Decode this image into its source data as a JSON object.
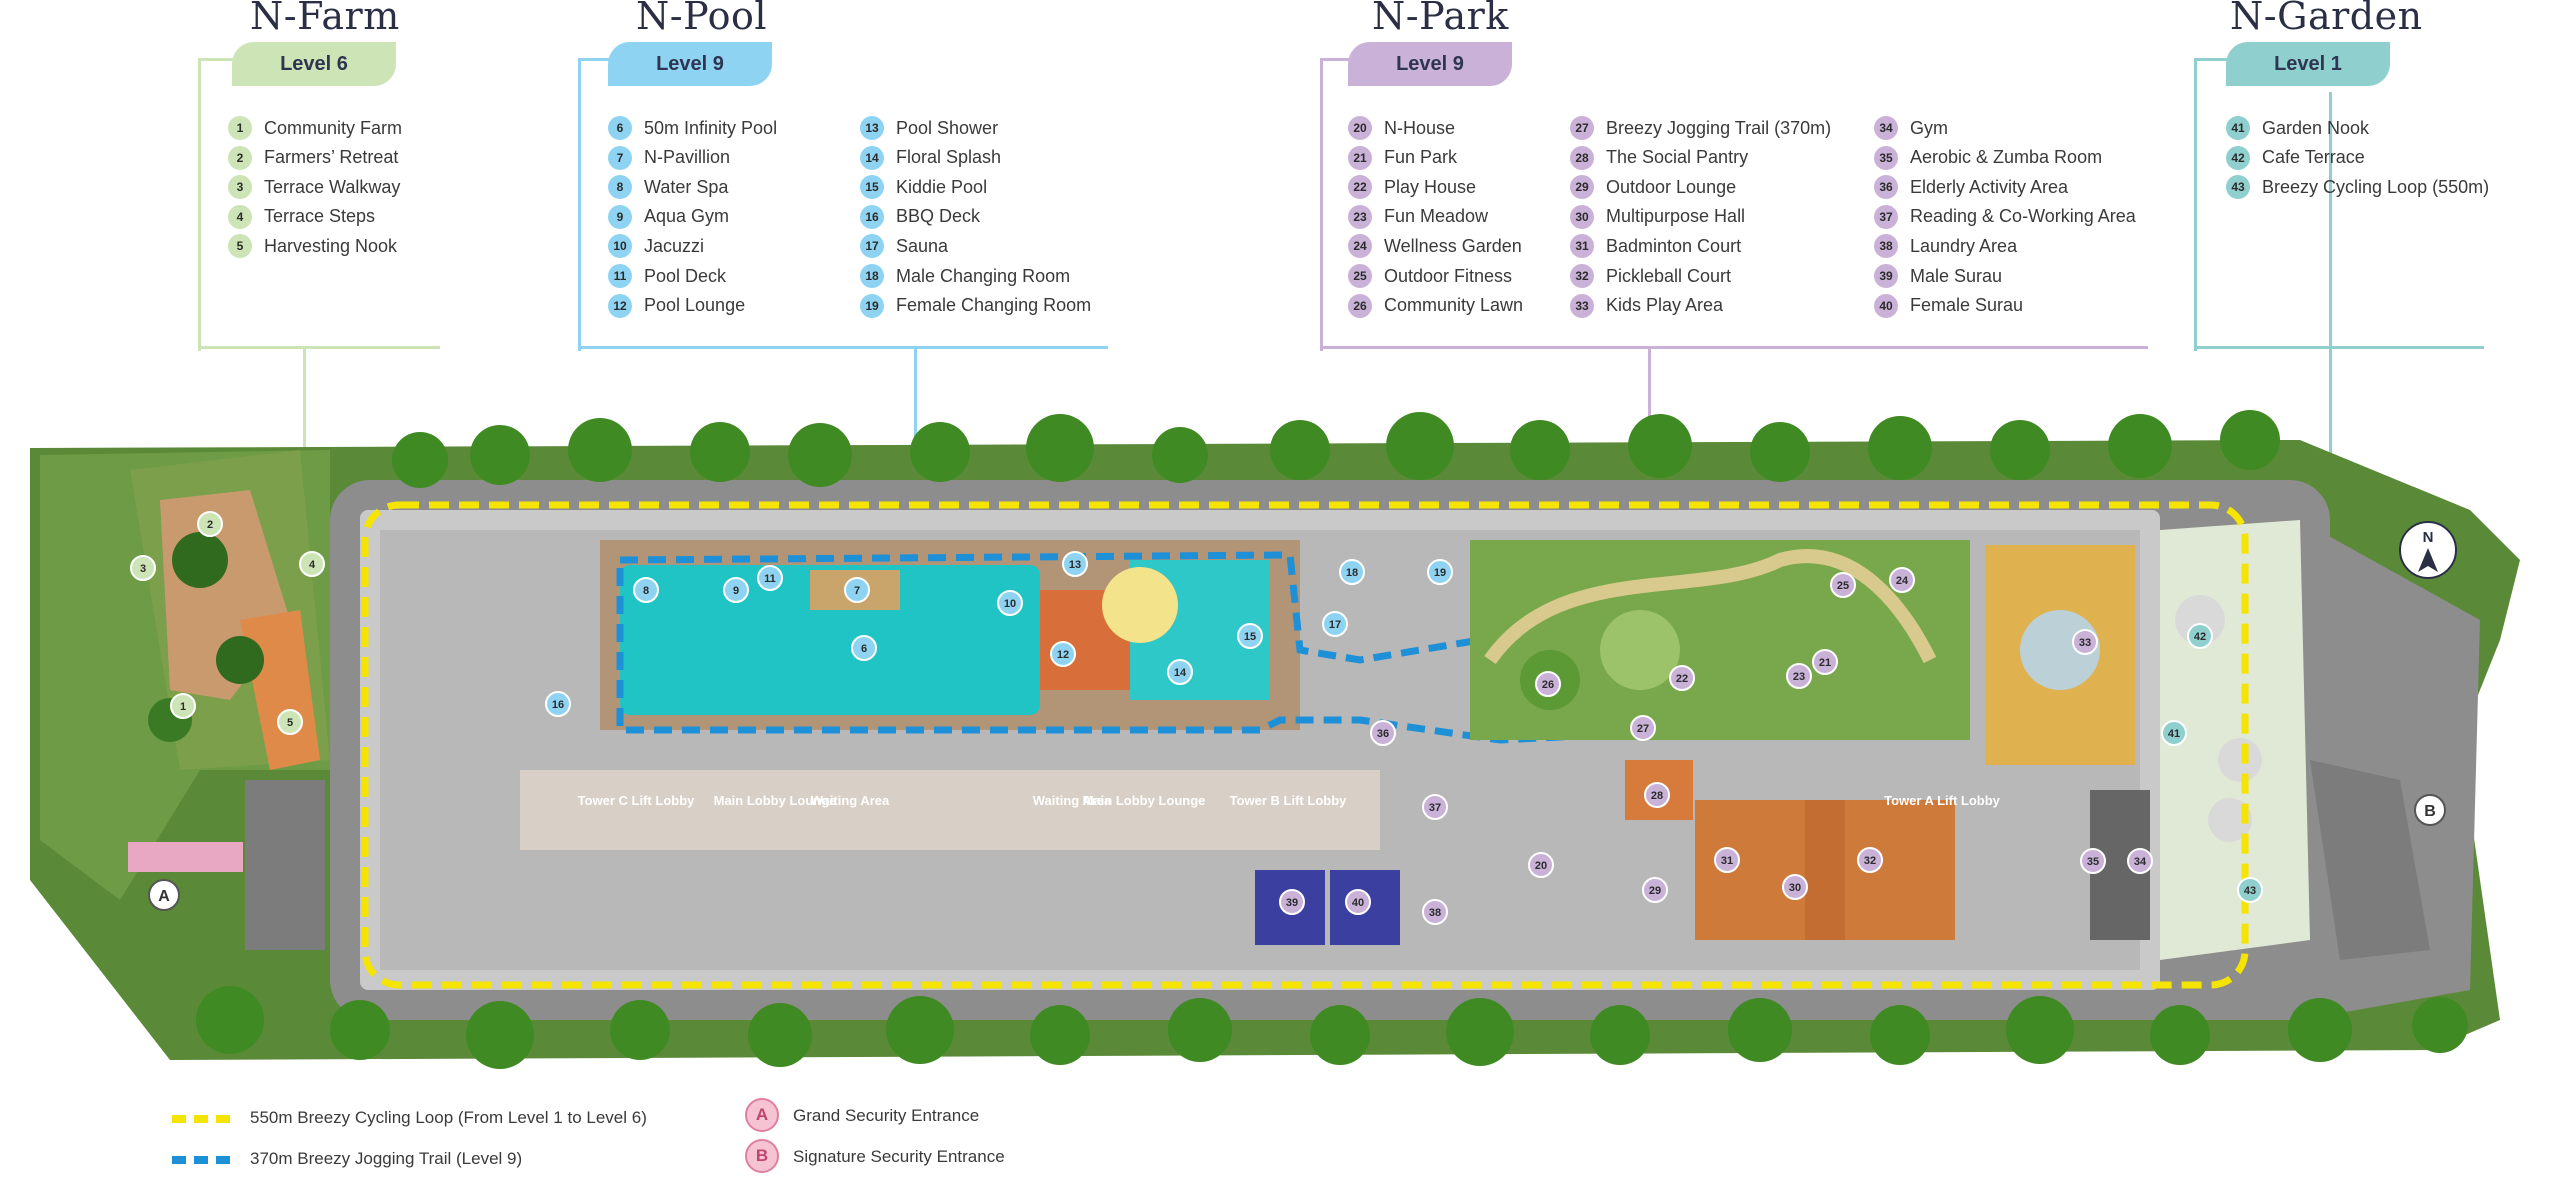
{
  "zones": {
    "farm": {
      "title": "N-Farm",
      "level": "Level 6",
      "items": [
        {
          "n": "1",
          "label": "Community Farm"
        },
        {
          "n": "2",
          "label": "Farmers’ Retreat"
        },
        {
          "n": "3",
          "label": "Terrace Walkway"
        },
        {
          "n": "4",
          "label": "Terrace Steps"
        },
        {
          "n": "5",
          "label": "Harvesting Nook"
        }
      ]
    },
    "pool": {
      "title": "N-Pool",
      "level": "Level 9",
      "col1": [
        {
          "n": "6",
          "label": "50m Infinity Pool"
        },
        {
          "n": "7",
          "label": "N-Pavillion"
        },
        {
          "n": "8",
          "label": "Water Spa"
        },
        {
          "n": "9",
          "label": "Aqua Gym"
        },
        {
          "n": "10",
          "label": "Jacuzzi"
        },
        {
          "n": "11",
          "label": "Pool Deck"
        },
        {
          "n": "12",
          "label": "Pool Lounge"
        }
      ],
      "col2": [
        {
          "n": "13",
          "label": "Pool Shower"
        },
        {
          "n": "14",
          "label": "Floral Splash"
        },
        {
          "n": "15",
          "label": "Kiddie Pool"
        },
        {
          "n": "16",
          "label": "BBQ Deck"
        },
        {
          "n": "17",
          "label": "Sauna"
        },
        {
          "n": "18",
          "label": "Male Changing Room"
        },
        {
          "n": "19",
          "label": "Female Changing Room"
        }
      ]
    },
    "park": {
      "title": "N-Park",
      "level": "Level 9",
      "col1": [
        {
          "n": "20",
          "label": "N-House"
        },
        {
          "n": "21",
          "label": "Fun Park"
        },
        {
          "n": "22",
          "label": "Play House"
        },
        {
          "n": "23",
          "label": "Fun Meadow"
        },
        {
          "n": "24",
          "label": "Wellness Garden"
        },
        {
          "n": "25",
          "label": "Outdoor Fitness"
        },
        {
          "n": "26",
          "label": "Community Lawn"
        }
      ],
      "col2": [
        {
          "n": "27",
          "label": "Breezy Jogging Trail (370m)"
        },
        {
          "n": "28",
          "label": "The Social Pantry"
        },
        {
          "n": "29",
          "label": "Outdoor Lounge"
        },
        {
          "n": "30",
          "label": "Multipurpose Hall"
        },
        {
          "n": "31",
          "label": "Badminton Court"
        },
        {
          "n": "32",
          "label": "Pickleball Court"
        },
        {
          "n": "33",
          "label": "Kids Play Area"
        }
      ],
      "col3": [
        {
          "n": "34",
          "label": "Gym"
        },
        {
          "n": "35",
          "label": "Aerobic & Zumba Room"
        },
        {
          "n": "36",
          "label": "Elderly Activity Area"
        },
        {
          "n": "37",
          "label": "Reading & Co-Working Area"
        },
        {
          "n": "38",
          "label": "Laundry Area"
        },
        {
          "n": "39",
          "label": "Male Surau"
        },
        {
          "n": "40",
          "label": "Female Surau"
        }
      ]
    },
    "garden": {
      "title": "N-Garden",
      "level": "Level 1",
      "items": [
        {
          "n": "41",
          "label": "Garden Nook"
        },
        {
          "n": "42",
          "label": "Cafe Terrace"
        },
        {
          "n": "43",
          "label": "Breezy Cycling Loop (550m)"
        }
      ]
    }
  },
  "map_labels": {
    "tower_c": "Tower C Lift Lobby",
    "main_lobby_lounge": "Main Lobby Lounge",
    "waiting_area": "Waiting Area",
    "tower_b": "Tower B Lift Lobby",
    "tower_a": "Tower A Lift Lobby",
    "north": "N",
    "entrance_a": "A",
    "entrance_b": "B"
  },
  "legend": {
    "cycling": "550m Breezy Cycling Loop (From Level 1 to Level 6)",
    "jogging": "370m Breezy Jogging Trail (Level 9)",
    "grand": {
      "letter": "A",
      "label": "Grand Security Entrance"
    },
    "signature": {
      "letter": "B",
      "label": "Signature Security Entrance"
    }
  },
  "colors": {
    "farm": "#cde5b6",
    "pool": "#8ed4f2",
    "park": "#c9b1d8",
    "garden": "#8fd0cf",
    "cycling": "#f5e400",
    "jogging": "#1e90d8"
  }
}
